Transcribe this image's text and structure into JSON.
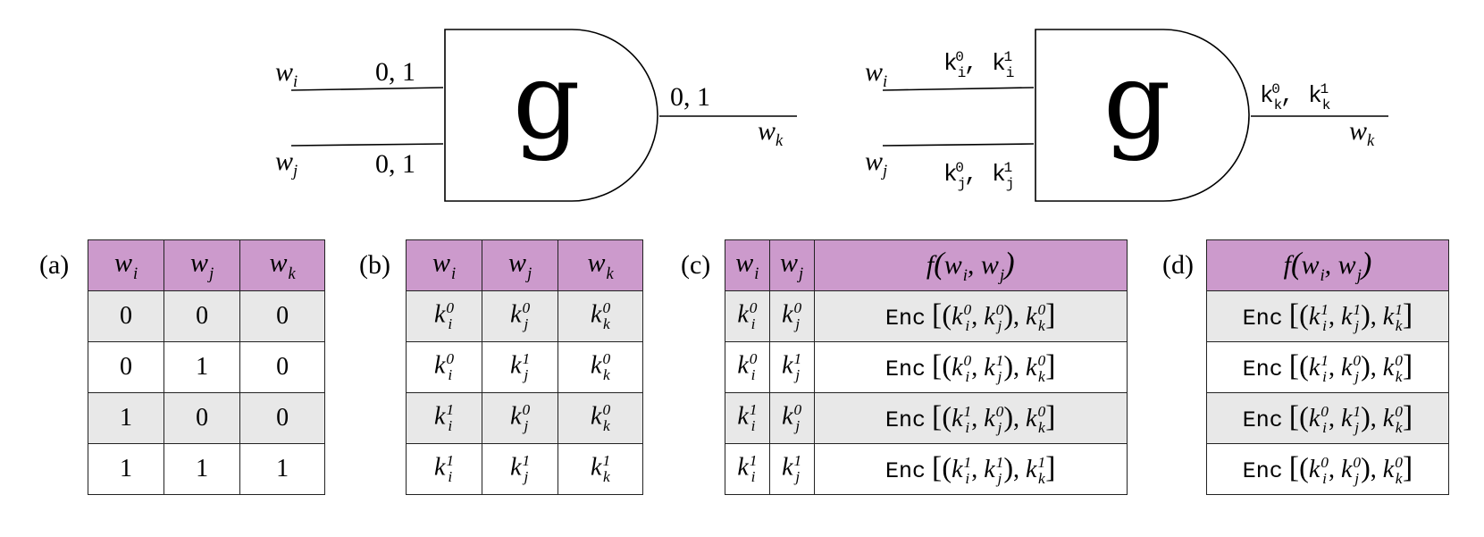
{
  "colors": {
    "header_fill": "#cc9acc",
    "shaded_row": "#e8e8e8",
    "border": "#222222"
  },
  "gate_plain": {
    "symbol": "g",
    "input_top": "w_i",
    "input_bottom": "w_j",
    "output": "w_k",
    "value_top": "0, 1",
    "value_bottom": "0, 1",
    "value_out": "0, 1"
  },
  "gate_garbled": {
    "symbol": "g",
    "input_top": "w_i",
    "input_bottom": "w_j",
    "output": "w_k",
    "keys_top": "k_i^0, k_i^1",
    "keys_bottom": "k_j^0, k_j^1",
    "keys_out": "k_k^0, k_k^1"
  },
  "tables": {
    "a": {
      "label": "(a)",
      "headers": [
        "w_i",
        "w_j",
        "w_k"
      ],
      "rows": [
        [
          "0",
          "0",
          "0"
        ],
        [
          "0",
          "1",
          "0"
        ],
        [
          "1",
          "0",
          "0"
        ],
        [
          "1",
          "1",
          "1"
        ]
      ]
    },
    "b": {
      "label": "(b)",
      "headers": [
        "w_i",
        "w_j",
        "w_k"
      ],
      "rows": [
        [
          "k_i^0",
          "k_j^0",
          "k_k^0"
        ],
        [
          "k_i^0",
          "k_j^1",
          "k_k^0"
        ],
        [
          "k_i^1",
          "k_j^0",
          "k_k^0"
        ],
        [
          "k_i^1",
          "k_j^1",
          "k_k^1"
        ]
      ]
    },
    "c": {
      "label": "(c)",
      "headers": [
        "w_i",
        "w_j",
        "f(w_i, w_j)"
      ],
      "rows": [
        [
          "k_i^0",
          "k_j^0",
          "Enc[(k_i^0, k_j^0), k_k^0]"
        ],
        [
          "k_i^0",
          "k_j^1",
          "Enc[(k_i^0, k_j^1), k_k^0]"
        ],
        [
          "k_i^1",
          "k_j^0",
          "Enc[(k_i^1, k_j^0), k_k^0]"
        ],
        [
          "k_i^1",
          "k_j^1",
          "Enc[(k_i^1, k_j^1), k_k^1]"
        ]
      ]
    },
    "d": {
      "label": "(d)",
      "headers": [
        "f(w_i, w_j)"
      ],
      "rows": [
        [
          "Enc[(k_i^1, k_j^1), k_k^1]"
        ],
        [
          "Enc[(k_i^1, k_j^0), k_k^0]"
        ],
        [
          "Enc[(k_i^0, k_j^1), k_k^0]"
        ],
        [
          "Enc[(k_i^0, k_j^0), k_k^0]"
        ]
      ]
    }
  }
}
